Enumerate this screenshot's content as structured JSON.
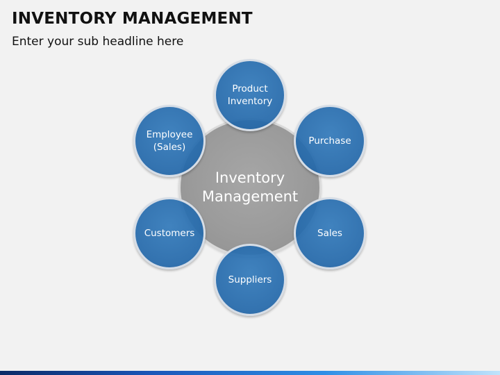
{
  "header": {
    "title": "INVENTORY MANAGEMENT",
    "subtitle": "Enter your sub headline here"
  },
  "diagram": {
    "center_label": "Inventory\nManagement",
    "nodes": [
      {
        "label": "Product\nInventory"
      },
      {
        "label": "Purchase"
      },
      {
        "label": "Sales"
      },
      {
        "label": "Suppliers"
      },
      {
        "label": "Customers"
      },
      {
        "label": "Employee\n(Sales)"
      }
    ]
  },
  "colors": {
    "node_blue": "#2a6fb3",
    "center_gray": "#9b9b9b",
    "background": "#f2f2f2"
  }
}
